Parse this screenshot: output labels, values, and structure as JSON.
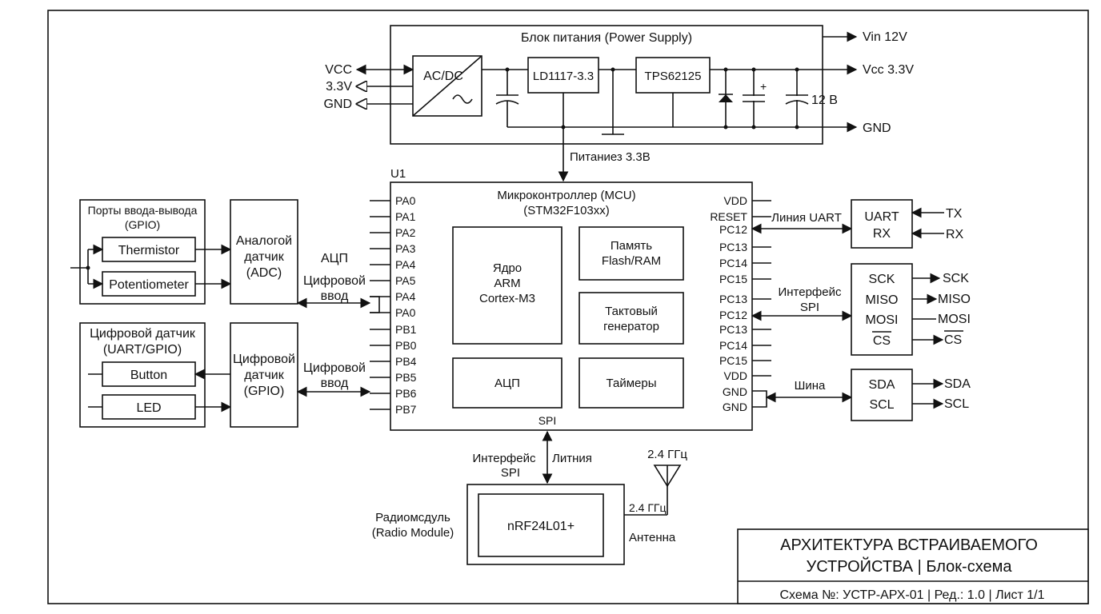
{
  "power": {
    "title": "Блок питания (Power Supply)",
    "acdc": "AC/DC",
    "ld": "LD1117-3.3",
    "tps": "TPS62125",
    "cap_label": "12 В",
    "plus": "+",
    "in_vcc": "VCC",
    "in_33": "3.3V",
    "in_gnd": "GND",
    "out_vin": "Vin 12V",
    "out_vcc": "Vcc 3.3V",
    "out_gnd": "GND",
    "feed_label": "Питаниез 3.3В"
  },
  "mcu": {
    "ref": "U1",
    "title1": "Микроконтроллер (MCU)",
    "title2": "(STM32F103xx)",
    "left_pins": [
      "PA0",
      "PA1",
      "PA2",
      "PA3",
      "PA4",
      "PA5",
      "PA4",
      "PA0",
      "PB1",
      "PB0",
      "PB4",
      "PB5",
      "PB6",
      "PB7"
    ],
    "right_pins": [
      "VDD",
      "RESET",
      "PC12",
      "PC13",
      "PC14",
      "PC15",
      "PC13",
      "PC12",
      "PC13",
      "PC14",
      "PC15",
      "VDD",
      "GND",
      "GND"
    ],
    "core": [
      "Ядро",
      "ARM",
      "Cortex-M3"
    ],
    "mem": [
      "Память",
      "Flash/RAM"
    ],
    "clk": [
      "Тактовый",
      "генератор"
    ],
    "adc": "АЦП",
    "timers": "Таймеры",
    "spi": "SPI"
  },
  "gpio_group": {
    "title1": "Порты ввода-вывода",
    "title2": "(GPIO)",
    "thermistor": "Thermistor",
    "potentiometer": "Potentiometer"
  },
  "adc_block": [
    "Аналогой",
    "датчик",
    "(ADC)"
  ],
  "dig_group": {
    "title1": "Цифровой датчик",
    "title2": "(UART/GPIO)",
    "button": "Button",
    "led": "LED"
  },
  "dig_block": [
    "Цифровой",
    "датчик",
    "(GPIO)"
  ],
  "labels": {
    "adc_short": "АЦП",
    "dig_input1_a": "Цифровой",
    "dig_input1_b": "ввод",
    "dig_input2_a": "Цифровой",
    "dig_input2_b": "ввод",
    "uart_line": "Линия UART",
    "spi_if_a": "Интерфейс",
    "spi_if_b": "SPI",
    "bus": "Шина",
    "radio_if_a": "Интерфейс",
    "radio_if_b": "SPI",
    "line": "Литния",
    "freq_top": "2.4 ГГц",
    "freq_side": "2.4 ГГц",
    "antenna": "Антенна"
  },
  "uart_block": {
    "tx": "UART",
    "rx": "RX",
    "out_tx": "TX",
    "out_rx": "RX"
  },
  "spi_block": {
    "sck": "SCK",
    "miso": "MISO",
    "mosi": "MOSI",
    "cs": "CS",
    "out_sck": "SCK",
    "out_miso": "MISO",
    "out_mosi": "MOSI",
    "out_cs": "CS"
  },
  "i2c_block": {
    "sda": "SDA",
    "scl": "SCL",
    "out_sda": "SDA",
    "out_scl": "SCL"
  },
  "radio": {
    "title1": "Радиомсдуль",
    "title2": "(Radio Module)",
    "chip": "nRF24L01+"
  },
  "title_block": {
    "line1": "АРХИТЕКТУРА ВСТРАИВАЕМОГО",
    "line2": "УСТРОЙСТВА | Блок-схема",
    "line3": "Схема №: УСТР-АРХ-01 | Ред.: 1.0 | Лист 1/1"
  }
}
